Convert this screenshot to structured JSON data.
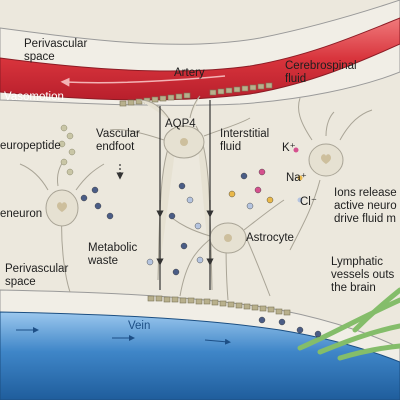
{
  "labels": {
    "perivascular_top": "Perivascular\nspace",
    "artery": "Artery",
    "csf": "Cerebrospinal\nfluid",
    "vasomotion": "Vasomotion",
    "neuropeptide": "europeptide",
    "vascular_endfoot": "Vascular\nendfoot",
    "aqp4": "AQP4",
    "interstitial_fluid": "Interstitial\nfluid",
    "k_ion": "K⁺",
    "na_ion": "Na⁺",
    "cl_ion": "Cl⁻",
    "ions_released": "Ions release\nactive neuro\ndrive fluid m",
    "neuron": "eneuron",
    "metabolic_waste": "Metabolic\nwaste",
    "astrocyte": "Astrocyte",
    "perivascular_bottom": "Perivascular\nspace",
    "lymphatic": "Lymphatic\nvessels outs\nthe brain",
    "vein": "Vein"
  },
  "colors": {
    "background": "#ece8dd",
    "artery": "#d8343c",
    "vein": "#3f86c8",
    "lymphatic": "#84bd6a",
    "cells": "#e6e1d2",
    "endfoot_channels": "#b8b08c"
  }
}
